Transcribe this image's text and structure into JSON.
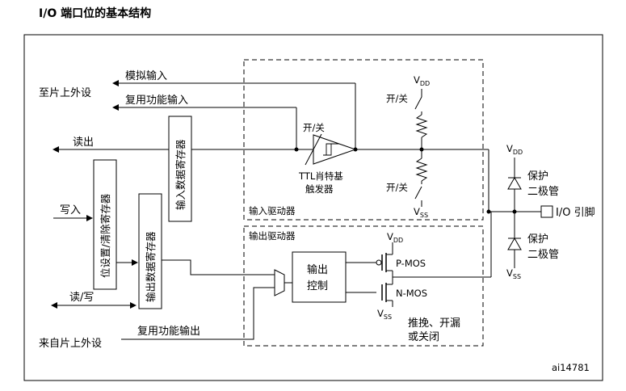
{
  "title": "I/O 端口位的基本结构",
  "labels": {
    "to_peripheral": "至片上外设",
    "analog_input": "模拟输入",
    "alt_func_input": "复用功能输入",
    "read": "读出",
    "write": "写入",
    "read_write": "读/写",
    "from_peripheral": "来自片上外设",
    "alt_func_output": "复用功能输出",
    "input_data_reg": "输入数据寄存器",
    "bit_set_reset_reg": "位设置/清除寄存器",
    "output_data_reg": "输出数据寄存器",
    "switch_top_left": "开/关",
    "switch_top_right": "开/关",
    "switch_bottom_right": "开/关",
    "ttl_trigger_line1": "TTL肖特基",
    "ttl_trigger_line2": "触发器",
    "input_driver": "输入驱动器",
    "output_driver": "输出驱动器",
    "output_control_line1": "输出",
    "output_control_line2": "控制",
    "vdd": "V",
    "vdd_sub": "DD",
    "vss": "V",
    "vss_sub": "SS",
    "pmos": "P-MOS",
    "nmos": "N-MOS",
    "push_pull_line1": "推挽、开漏",
    "push_pull_line2": "或关闭",
    "protect_diode_line1": "保护",
    "protect_diode_line2": "二极管",
    "io_pin": "I/O 引脚",
    "figure_id": "ai14781"
  }
}
